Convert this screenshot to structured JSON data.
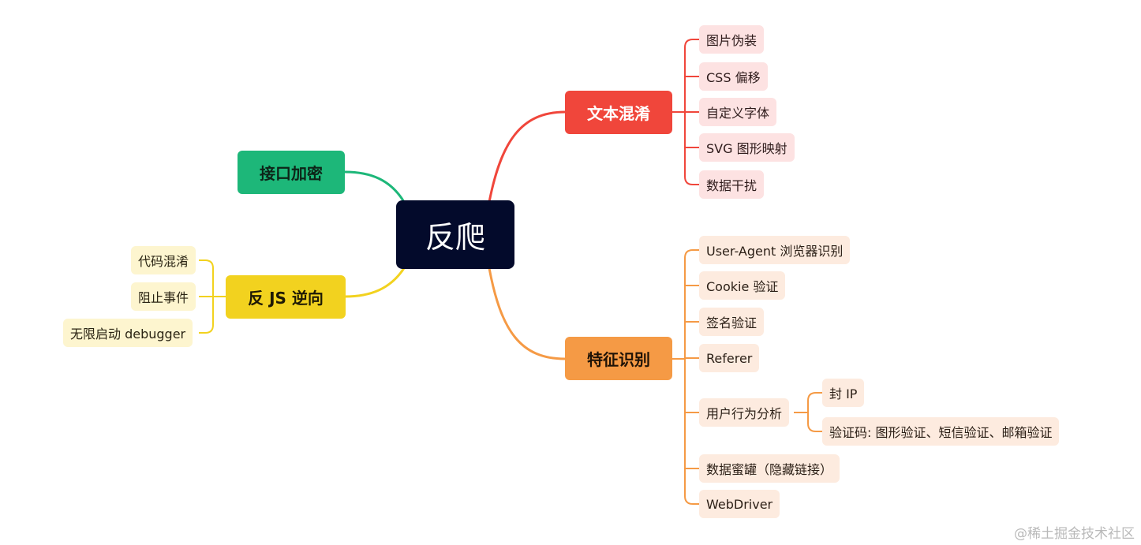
{
  "root": "反爬",
  "branches": {
    "text_obfuscation": {
      "label": "文本混淆",
      "color": "#f0463b",
      "children": [
        "图片伪装",
        "CSS 偏移",
        "自定义字体",
        "SVG 图形映射",
        "数据干扰"
      ]
    },
    "api_encryption": {
      "label": "接口加密",
      "color": "#1db779"
    },
    "anti_js_reverse": {
      "label": "反 JS 逆向",
      "color": "#f2d21f",
      "children": [
        "代码混淆",
        "阻止事件",
        "无限启动 debugger"
      ]
    },
    "feature_detection": {
      "label": "特征识别",
      "color": "#f59a45",
      "children": [
        "User-Agent 浏览器识别",
        "Cookie 验证",
        "签名验证",
        "Referer",
        "用户行为分析",
        "数据蜜罐（隐藏链接）",
        "WebDriver"
      ],
      "behavior_children": [
        "封 IP",
        "验证码: 图形验证、短信验证、邮箱验证"
      ]
    }
  },
  "watermark": "@稀土掘金技术社区"
}
